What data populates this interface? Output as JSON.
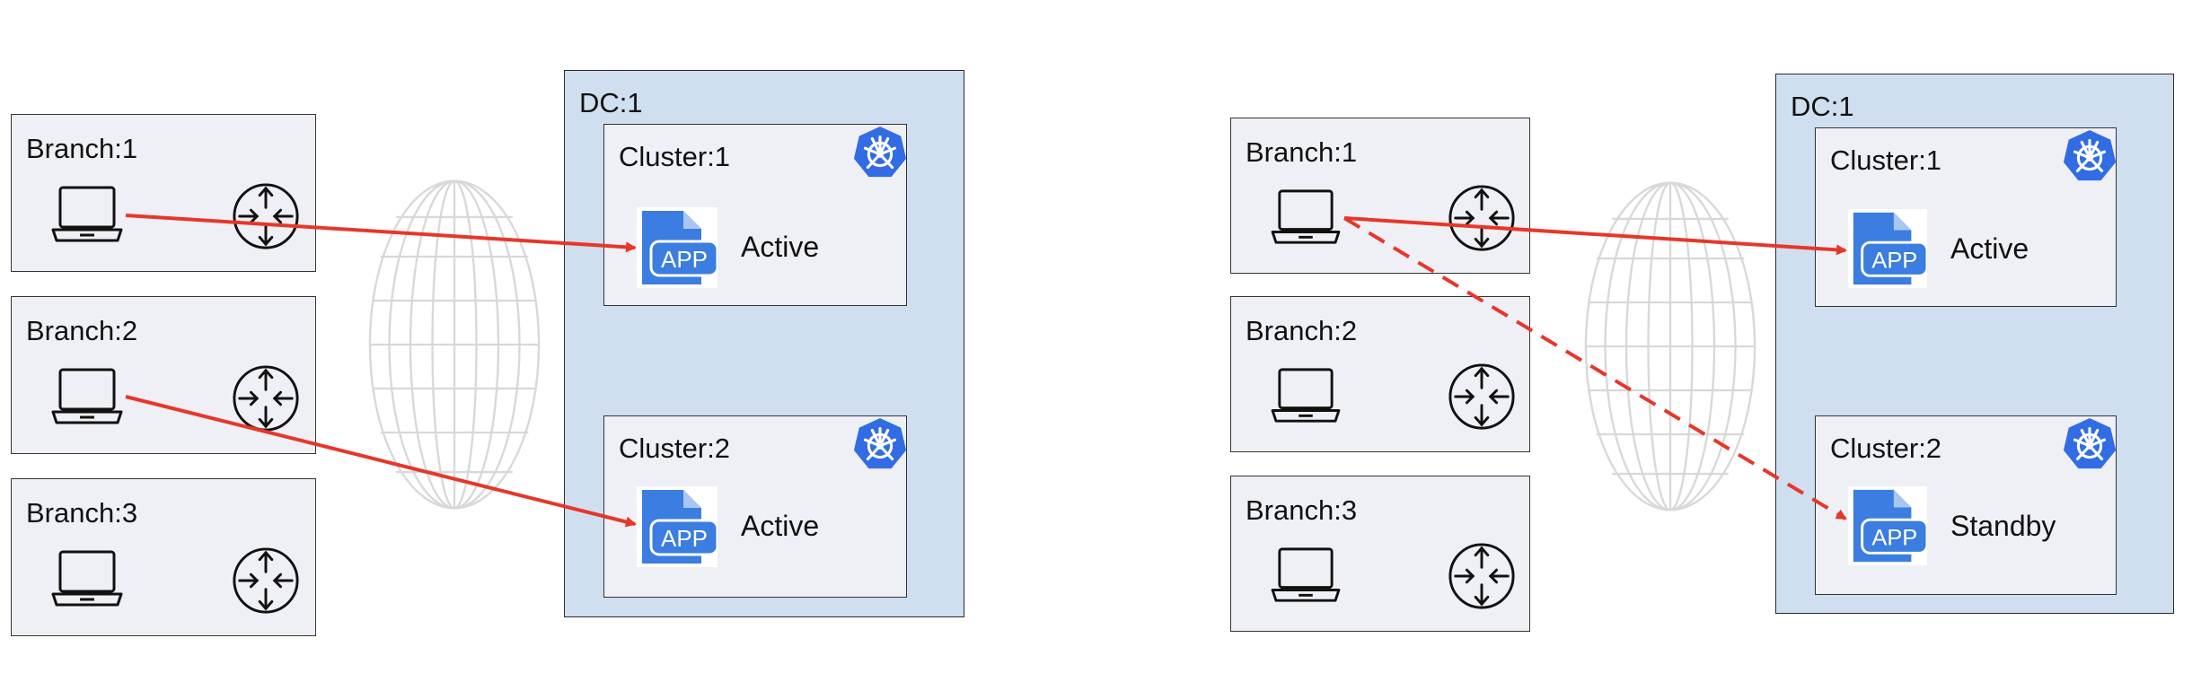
{
  "left": {
    "branches": [
      {
        "label": "Branch:1"
      },
      {
        "label": "Branch:2"
      },
      {
        "label": "Branch:3"
      }
    ],
    "dc": {
      "label": "DC:1",
      "clusters": [
        {
          "label": "Cluster:1",
          "state": "Active"
        },
        {
          "label": "Cluster:2",
          "state": "Active"
        }
      ]
    }
  },
  "right": {
    "branches": [
      {
        "label": "Branch:1"
      },
      {
        "label": "Branch:2"
      },
      {
        "label": "Branch:3"
      }
    ],
    "dc": {
      "label": "DC:1",
      "clusters": [
        {
          "label": "Cluster:1",
          "state": "Active"
        },
        {
          "label": "Cluster:2",
          "state": "Standby"
        }
      ]
    }
  },
  "app_icon_text": "APP",
  "colors": {
    "arrow": "#e8362a",
    "app_blue": "#3b7de0",
    "k8s_blue": "#326ce5",
    "dc_fill": "#cfdff0",
    "branch_fill": "#eff0f5",
    "globe": "#d8d8d8"
  }
}
